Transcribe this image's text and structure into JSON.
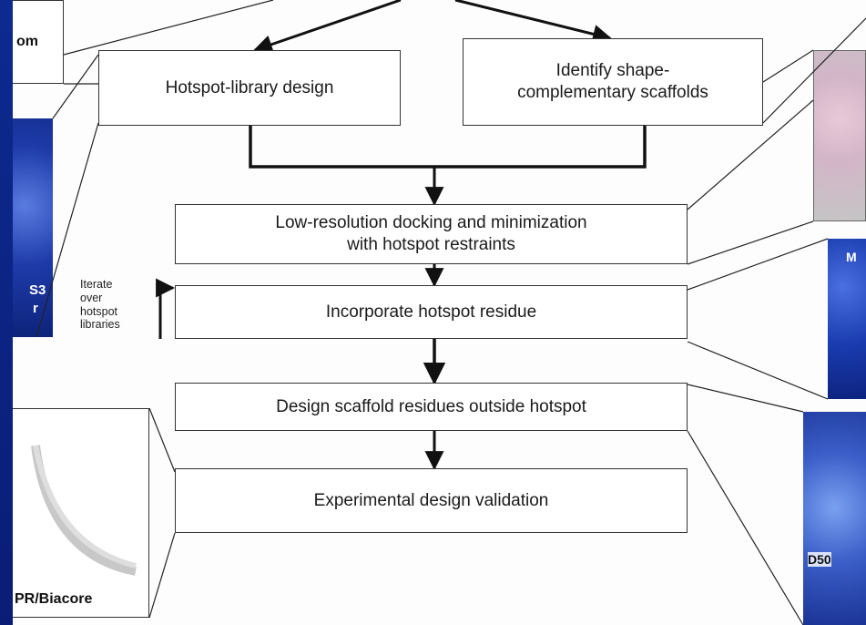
{
  "boxes": {
    "hotspot_library": "Hotspot-library design",
    "identify_scaffolds_line1": "Identify shape-",
    "identify_scaffolds_line2": "complementary scaffolds",
    "docking_line1": "Low-resolution docking and minimization",
    "docking_line2": "with hotspot restraints",
    "incorporate": "Incorporate hotspot residue",
    "design_outside": "Design scaffold residues outside hotspot",
    "validation": "Experimental design validation"
  },
  "side_note": [
    "Iterate",
    "over",
    "hotspot",
    "libraries"
  ],
  "fragments": {
    "top_left": "om",
    "left_mid": "S3",
    "left_mid2": "r",
    "bottom_left": "PR/Biacore",
    "right_mid": "M",
    "right_bottom": "D50"
  },
  "colors": {
    "slide_background": "#0b1f7a",
    "panel": "#fdfdfd",
    "box_border": "#333333",
    "arrow": "#111111"
  }
}
